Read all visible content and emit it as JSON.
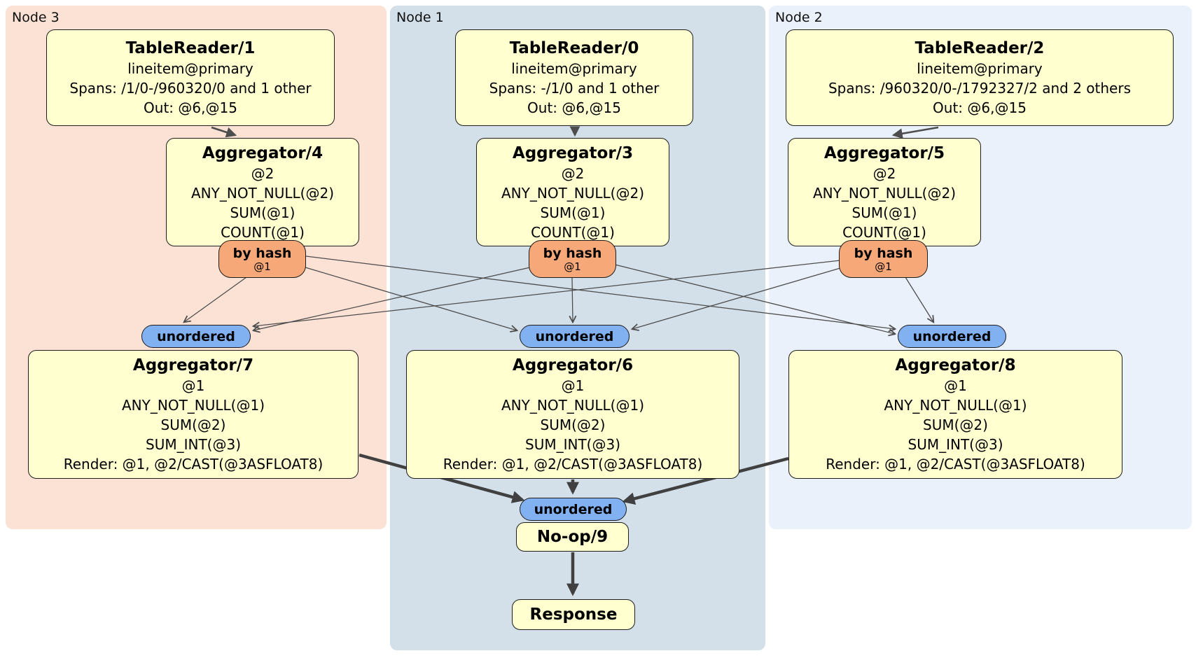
{
  "diagram_title": "distsql-plan",
  "regions": {
    "node3": {
      "label": "Node 3",
      "bg": "#fbe2d5"
    },
    "node1": {
      "label": "Node 1",
      "bg": "#d3e0e9"
    },
    "node2": {
      "label": "Node 2",
      "bg": "#eaf1fb"
    }
  },
  "processors": {
    "tr1": {
      "title": "TableReader/1",
      "lines": [
        "lineitem@primary",
        "Spans: /1/0-/960320/0 and 1 other",
        "Out: @6,@15"
      ]
    },
    "tr0": {
      "title": "TableReader/0",
      "lines": [
        "lineitem@primary",
        "Spans: -/1/0 and 1 other",
        "Out: @6,@15"
      ]
    },
    "tr2": {
      "title": "TableReader/2",
      "lines": [
        "lineitem@primary",
        "Spans: /960320/0-/1792327/2 and 2 others",
        "Out: @6,@15"
      ]
    },
    "agg4": {
      "title": "Aggregator/4",
      "lines": [
        "@2",
        "ANY_NOT_NULL(@2)",
        "SUM(@1)",
        "COUNT(@1)"
      ]
    },
    "agg3": {
      "title": "Aggregator/3",
      "lines": [
        "@2",
        "ANY_NOT_NULL(@2)",
        "SUM(@1)",
        "COUNT(@1)"
      ]
    },
    "agg5": {
      "title": "Aggregator/5",
      "lines": [
        "@2",
        "ANY_NOT_NULL(@2)",
        "SUM(@1)",
        "COUNT(@1)"
      ]
    },
    "agg7": {
      "title": "Aggregator/7",
      "lines": [
        "@1",
        "ANY_NOT_NULL(@1)",
        "SUM(@2)",
        "SUM_INT(@3)",
        "Render: @1, @2/CAST(@3ASFLOAT8)"
      ]
    },
    "agg6": {
      "title": "Aggregator/6",
      "lines": [
        "@1",
        "ANY_NOT_NULL(@1)",
        "SUM(@2)",
        "SUM_INT(@3)",
        "Render: @1, @2/CAST(@3ASFLOAT8)"
      ]
    },
    "agg8": {
      "title": "Aggregator/8",
      "lines": [
        "@1",
        "ANY_NOT_NULL(@1)",
        "SUM(@2)",
        "SUM_INT(@3)",
        "Render: @1, @2/CAST(@3ASFLOAT8)"
      ]
    },
    "noop": {
      "title": "No-op/9"
    },
    "response": {
      "title": "Response"
    }
  },
  "routers": {
    "r4": {
      "label": "by hash",
      "detail": "@1"
    },
    "r3": {
      "label": "by hash",
      "detail": "@1"
    },
    "r5": {
      "label": "by hash",
      "detail": "@1"
    }
  },
  "syncs": {
    "left": {
      "label": "unordered"
    },
    "middle": {
      "label": "unordered"
    },
    "right": {
      "label": "unordered"
    },
    "bottom": {
      "label": "unordered"
    }
  },
  "colors": {
    "processor_fill": "#ffffd0",
    "router_fill": "#f6a878",
    "sync_fill": "#82b1f2",
    "region_node3": "#fbe2d5",
    "region_node1": "#d3e0e9",
    "region_node2": "#eaf1fb",
    "edge_thin": "#4d4d4d",
    "edge_thick": "#404040"
  }
}
